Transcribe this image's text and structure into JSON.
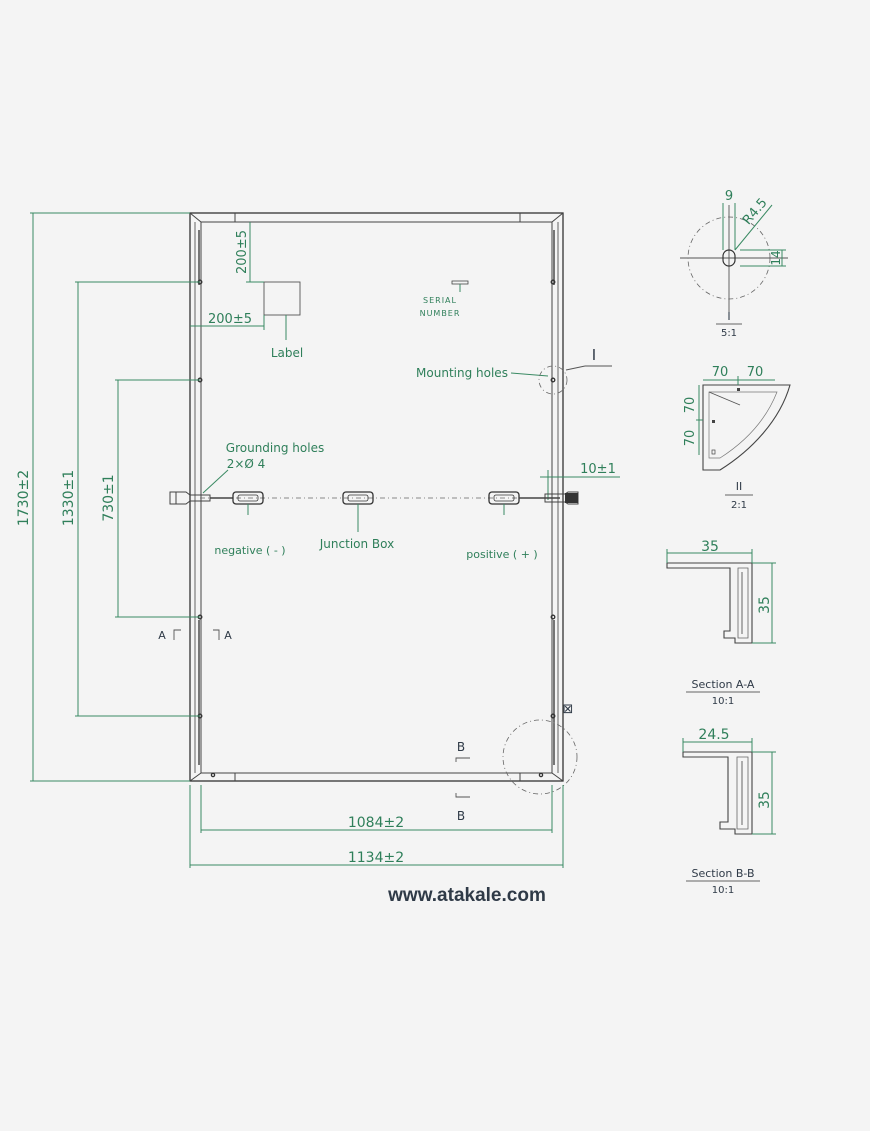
{
  "website": "www.atakale.com",
  "labels": {
    "label": "Label",
    "serial_1": "SERIAL",
    "serial_2": "NUMBER",
    "mounting_holes": "Mounting holes",
    "grounding_1": "Grounding holes",
    "grounding_2": "2×Ø 4",
    "negative": "negative ( - )",
    "junction_box": "Junction Box",
    "positive": "positive ( + )",
    "detail_I": "I",
    "section_a_left": "A",
    "section_a_right": "A",
    "section_b_top": "B",
    "section_b_bottom": "B",
    "detail_II_marker": "⊠"
  },
  "dimensions": {
    "height_total": "1730±2",
    "height_mount_outer": "1330±1",
    "height_mount_inner": "730±1",
    "label_v": "200±5",
    "label_h": "200±5",
    "right_offset": "10±1",
    "width_inner": "1084±2",
    "width_total": "1134±2"
  },
  "details": {
    "detail_I": {
      "dim_9": "9",
      "dim_r": "R4.5",
      "dim_14": "14",
      "name": "I",
      "scale": "5:1"
    },
    "detail_II": {
      "dim_70a": "70",
      "dim_70b": "70",
      "dim_70c": "70",
      "dim_70d": "70",
      "name": "II",
      "scale": "2:1"
    },
    "section_A": {
      "width": "35",
      "height": "35",
      "name": "Section A-A",
      "scale": "10:1"
    },
    "section_B": {
      "width": "24.5",
      "height": "35",
      "name": "Section B-B",
      "scale": "10:1"
    }
  }
}
